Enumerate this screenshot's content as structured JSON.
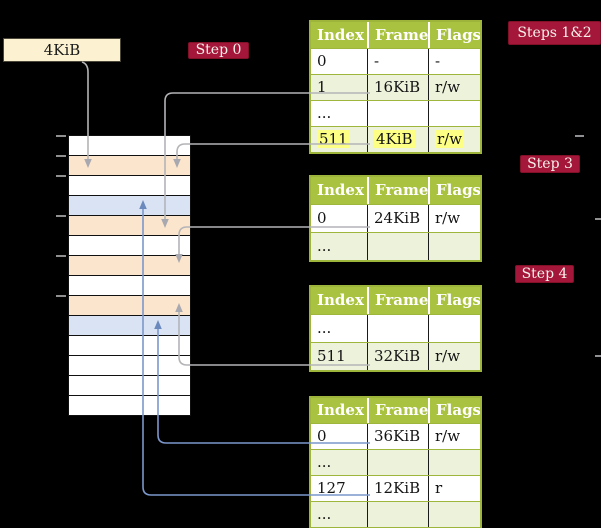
{
  "figure": {
    "root_frame_box": "4KiB",
    "step_labels": {
      "s0": "Step 0",
      "s12": "Steps 1&2",
      "s3": "Step 3",
      "s4": "Step 4"
    }
  },
  "memory_column": {
    "row_colors": [
      "white",
      "peach",
      "white",
      "blue",
      "peach",
      "white",
      "peach",
      "white",
      "peach",
      "blue",
      "white",
      "white",
      "white",
      "white"
    ]
  },
  "tables": [
    {
      "name": "root-page-table",
      "headers": [
        "Index",
        "Frame",
        "Flags"
      ],
      "rows": [
        [
          "0",
          "-",
          "-"
        ],
        [
          "1",
          "16KiB",
          "r/w"
        ],
        [
          "...",
          "",
          ""
        ],
        [
          "511",
          "4KiB",
          "r/w"
        ]
      ],
      "highlight_row": 3
    },
    {
      "name": "step3-page-table",
      "headers": [
        "Index",
        "Frame",
        "Flags"
      ],
      "rows": [
        [
          "0",
          "24KiB",
          "r/w"
        ],
        [
          "...",
          "",
          ""
        ]
      ]
    },
    {
      "name": "step4-page-table",
      "headers": [
        "Index",
        "Frame",
        "Flags"
      ],
      "rows": [
        [
          "...",
          "",
          ""
        ],
        [
          "511",
          "32KiB",
          "r/w"
        ]
      ]
    },
    {
      "name": "leaf-page-table",
      "headers": [
        "Index",
        "Frame",
        "Flags"
      ],
      "rows": [
        [
          "0",
          "36KiB",
          "r/w"
        ],
        [
          "...",
          "",
          ""
        ],
        [
          "127",
          "12KiB",
          "r"
        ],
        [
          "...",
          "",
          ""
        ]
      ]
    }
  ],
  "colors": {
    "background": "#000000",
    "frame_peach": "#fce5cd",
    "frame_blue": "#dae3f3",
    "table_header_green": "#a9c23f",
    "table_row_green": "#edf2db",
    "highlight_yellow": "#fdff85",
    "step_label_red": "#a5173a",
    "root_box_cream": "#fcf2d1",
    "connector_gray": "#b4b4b8",
    "connector_blue": "#7b97cb"
  }
}
